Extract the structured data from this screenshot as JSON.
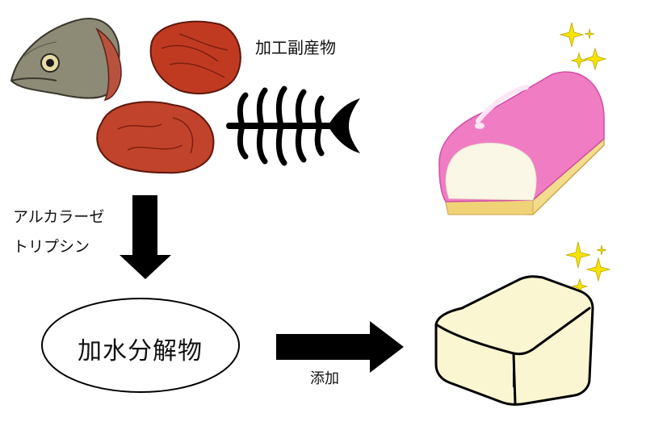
{
  "labels": {
    "byproducts": "加工副産物",
    "enzyme_1": "アルカラーゼ",
    "enzyme_2": "トリプシン",
    "hydrolysate": "加水分解物",
    "addition": "添加"
  },
  "colors": {
    "kamaboko_pink": "#f07cc4",
    "kamaboko_base": "#f3dc8c",
    "tofu_fill": "#fbf6d2",
    "sparkle": "#f7e300",
    "organ_red": "#c03a22"
  }
}
